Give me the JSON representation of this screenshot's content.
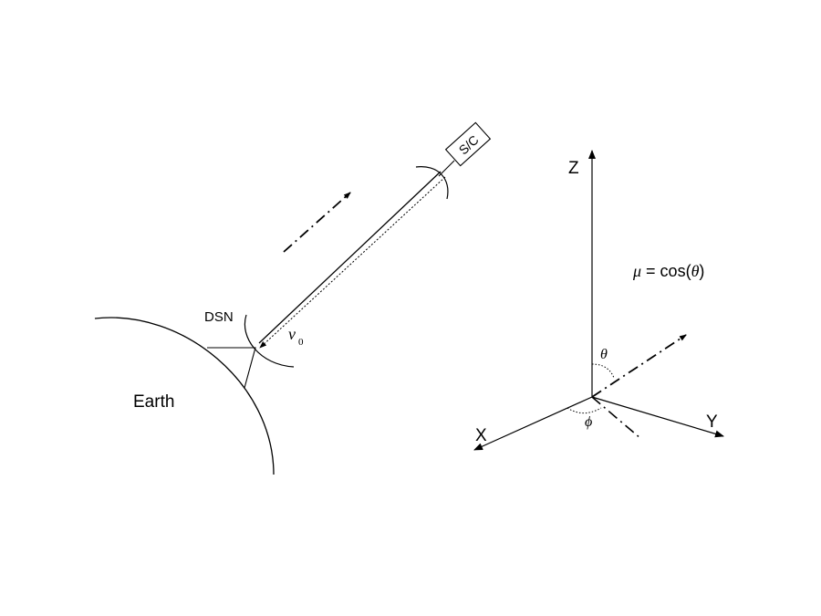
{
  "left_panel": {
    "earth_label": "Earth",
    "station_label": "DSN",
    "spacecraft_label": "S/C",
    "frequency_symbol": "ν",
    "frequency_subscript": "0"
  },
  "right_panel": {
    "axis_z_label": "Z",
    "axis_x_label": "X",
    "axis_y_label": "Y",
    "theta_label": "θ",
    "phi_label": "ϕ",
    "mu_symbol": "μ",
    "mu_equation": " = cos(",
    "mu_theta": "θ",
    "mu_close": ")"
  },
  "colors": {
    "ink": "#000000",
    "background": "#ffffff"
  }
}
